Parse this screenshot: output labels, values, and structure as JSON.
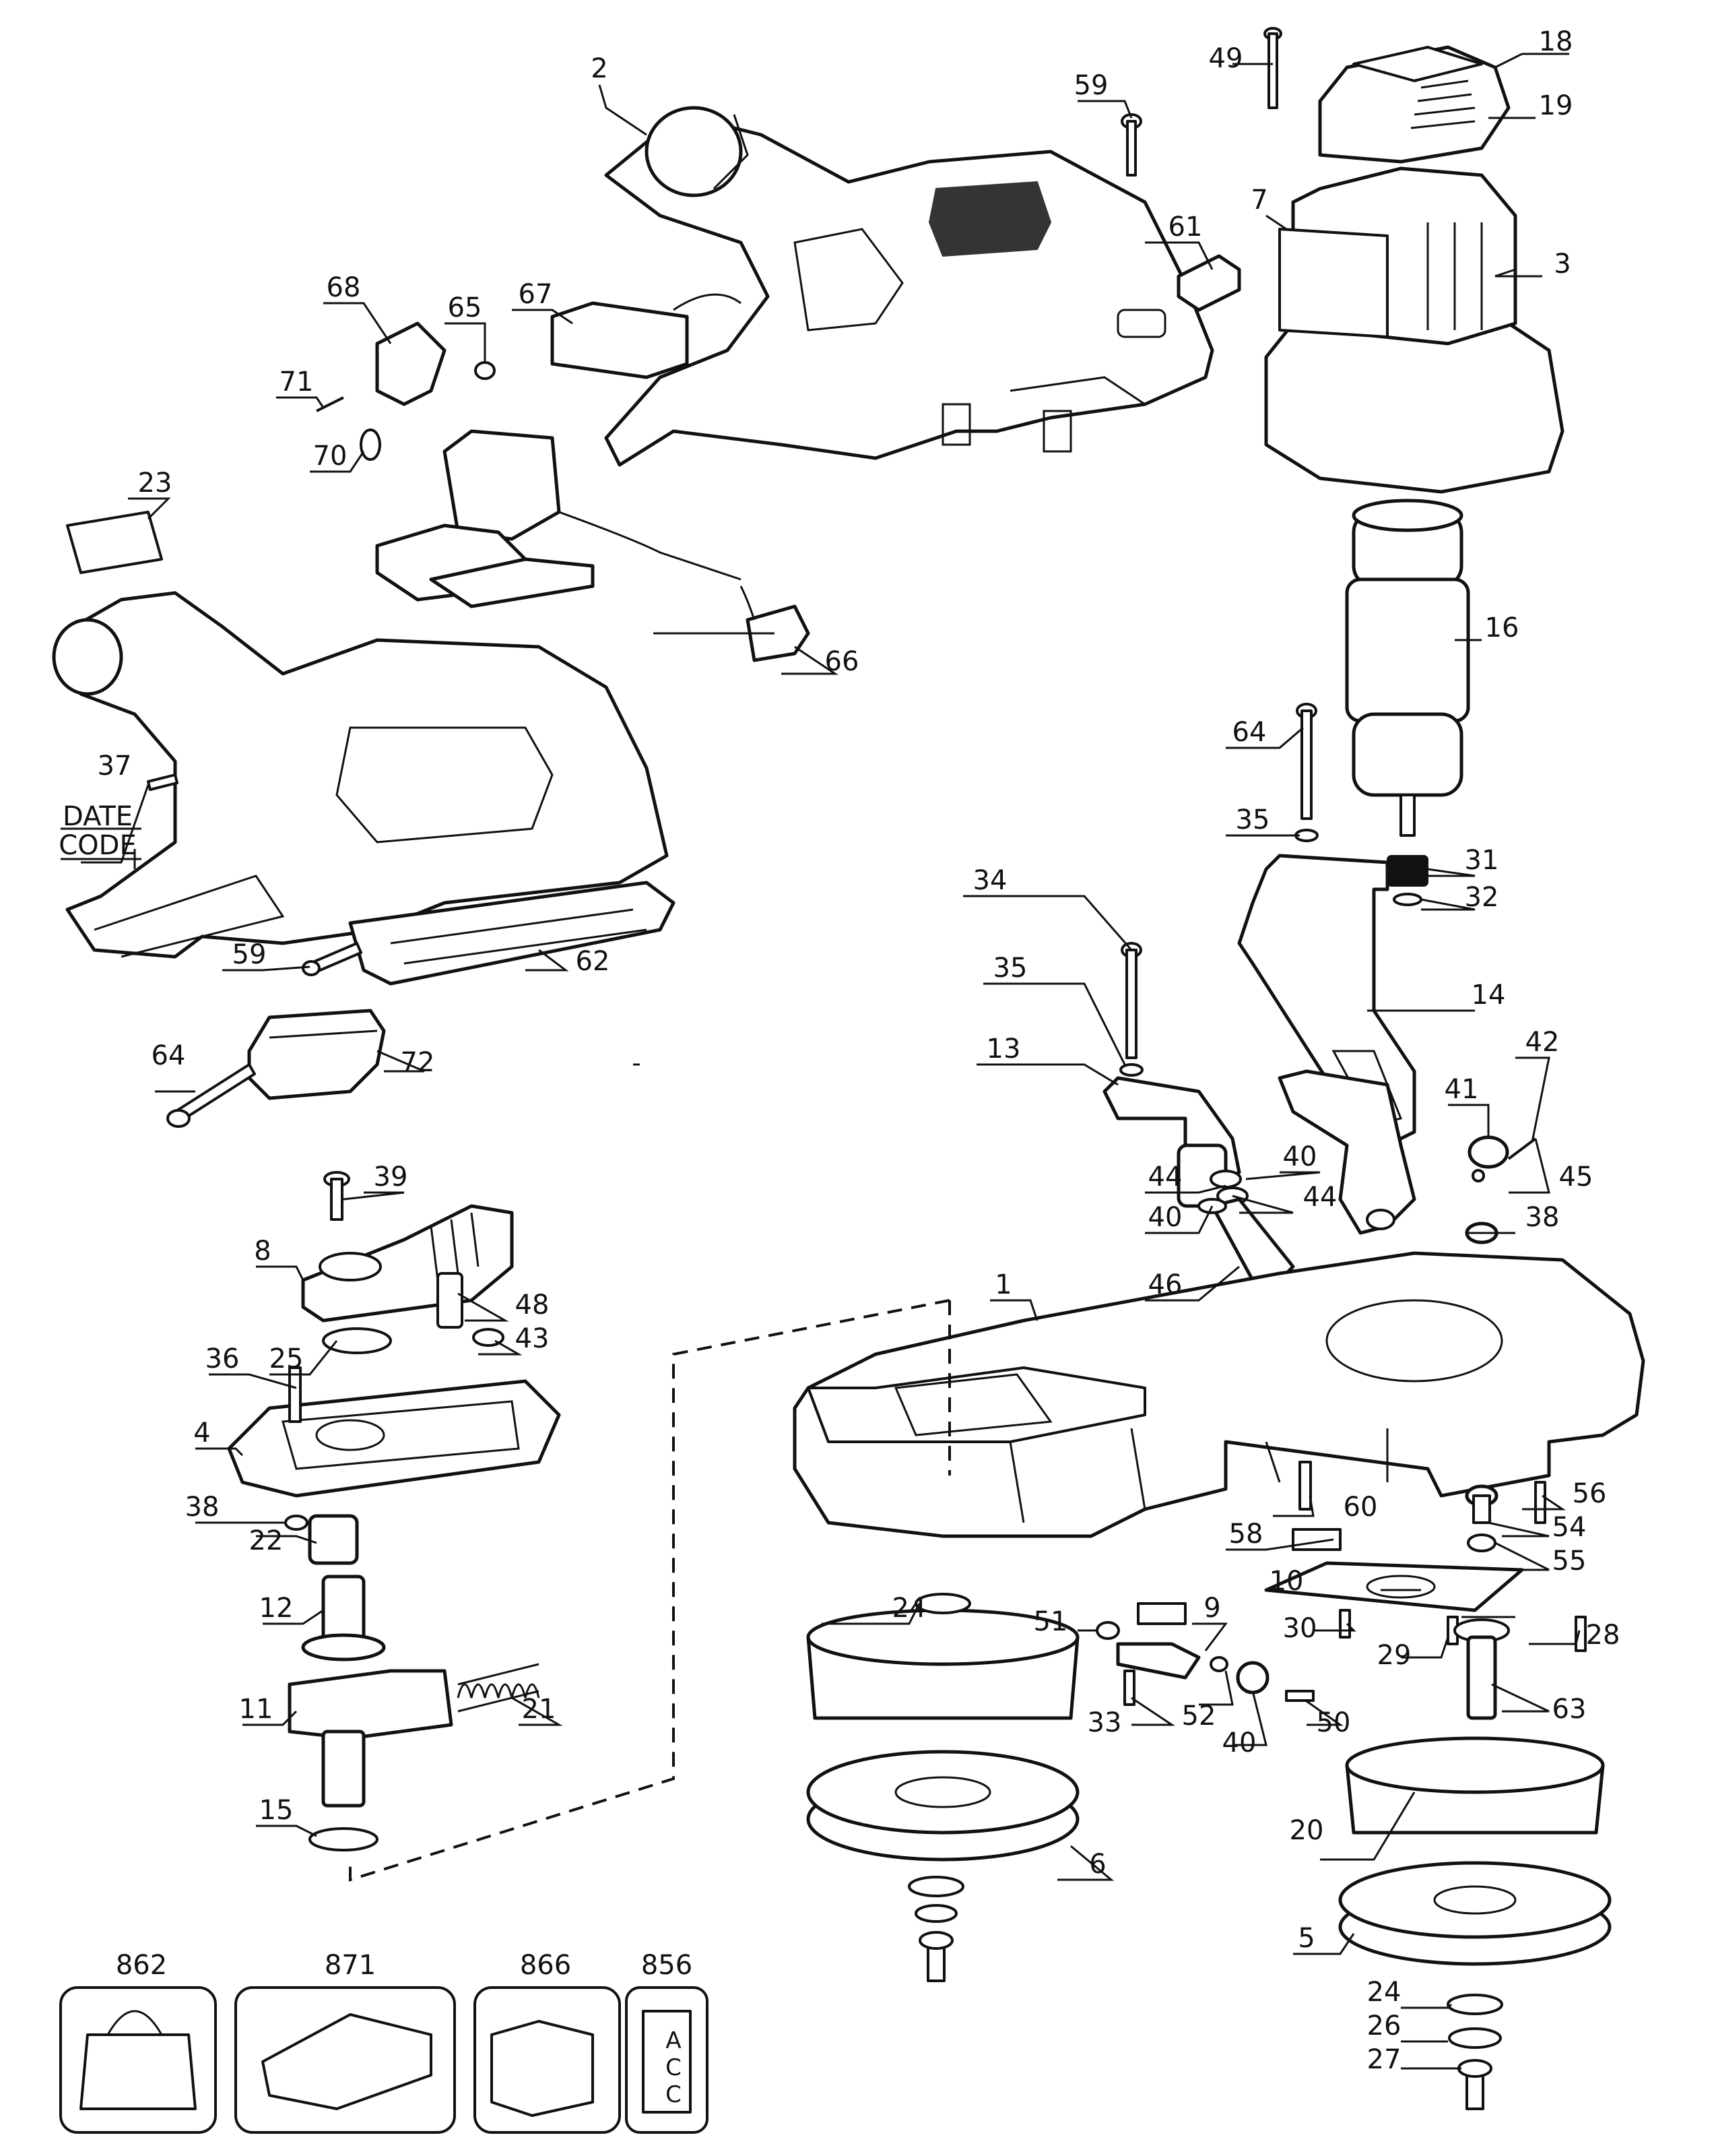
{
  "labels": {
    "l1": "1",
    "l2": "2",
    "l3": "3",
    "l4": "4",
    "l5": "5",
    "l6": "6",
    "l7": "7",
    "l8": "8",
    "l9": "9",
    "l10": "10",
    "l11": "11",
    "l12": "12",
    "l13": "13",
    "l14": "14",
    "l15": "15",
    "l16": "16",
    "l18": "18",
    "l19": "19",
    "l20": "20",
    "l21": "21",
    "l22": "22",
    "l23": "23",
    "l24a": "24",
    "l24b": "24",
    "l25": "25",
    "l26": "26",
    "l27": "27",
    "l28": "28",
    "l29": "29",
    "l30": "30",
    "l31": "31",
    "l32": "32",
    "l33": "33",
    "l34": "34",
    "l35a": "35",
    "l35b": "35",
    "l36": "36",
    "l37": "37",
    "l38a": "38",
    "l38b": "38",
    "l39": "39",
    "l40a": "40",
    "l40b": "40",
    "l40c": "40",
    "l41": "41",
    "l42": "42",
    "l43": "43",
    "l44a": "44",
    "l44b": "44",
    "l45": "45",
    "l46": "46",
    "l48": "48",
    "l49": "49",
    "l50": "50",
    "l51": "51",
    "l52": "52",
    "l54": "54",
    "l55": "55",
    "l56": "56",
    "l58": "58",
    "l59a": "59",
    "l59b": "59",
    "l60": "60",
    "l61": "61",
    "l62": "62",
    "l63": "63",
    "l64a": "64",
    "l64b": "64",
    "l65": "65",
    "l66": "66",
    "l67": "67",
    "l68": "68",
    "l70": "70",
    "l71": "71",
    "l72": "72",
    "l862": "862",
    "l871": "871",
    "l866": "866",
    "l856": "856"
  },
  "date_code_line1": "DATE",
  "date_code_line2": "CODE",
  "acc_card_text": [
    "A",
    "C",
    "C"
  ]
}
